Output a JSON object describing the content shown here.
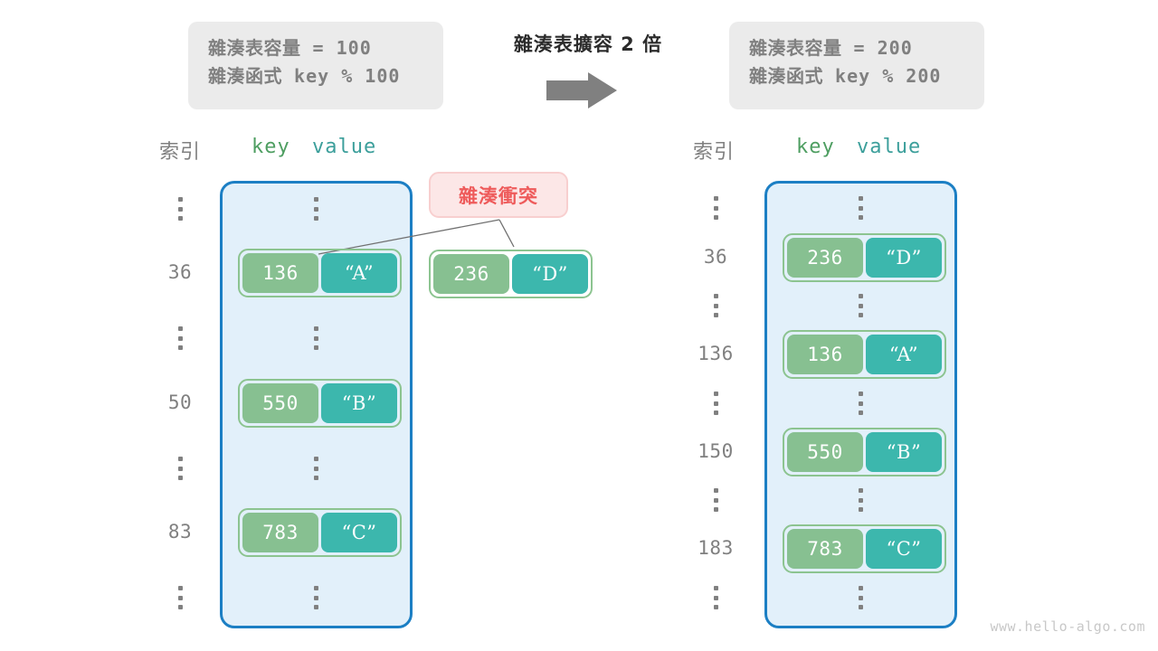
{
  "left_panel": {
    "info": {
      "capacity_label": "雜湊表容量",
      "capacity_eq": " = ",
      "capacity_value": "100",
      "function_label": "雜湊函式",
      "function_expr": " key % 100"
    },
    "headers": {
      "index": "索引",
      "key": "key",
      "value": "value"
    },
    "rows": [
      {
        "type": "ellipsis",
        "index": ""
      },
      {
        "type": "entry",
        "index": "36",
        "key": "136",
        "value": "“A”"
      },
      {
        "type": "ellipsis",
        "index": ""
      },
      {
        "type": "entry",
        "index": "50",
        "key": "550",
        "value": "“B”"
      },
      {
        "type": "ellipsis",
        "index": ""
      },
      {
        "type": "entry",
        "index": "83",
        "key": "783",
        "value": "“C”"
      },
      {
        "type": "ellipsis",
        "index": ""
      }
    ],
    "collision": {
      "label": "雜湊衝突",
      "key": "236",
      "value": "“D”"
    }
  },
  "transition": {
    "title": "雜湊表擴容 2 倍",
    "arrow": "right-arrow"
  },
  "right_panel": {
    "info": {
      "capacity_label": "雜湊表容量",
      "capacity_eq": " = ",
      "capacity_value": "200",
      "function_label": "雜湊函式",
      "function_expr": " key % 200"
    },
    "headers": {
      "index": "索引",
      "key": "key",
      "value": "value"
    },
    "rows": [
      {
        "type": "ellipsis",
        "index": ""
      },
      {
        "type": "entry",
        "index": "36",
        "key": "236",
        "value": "“D”"
      },
      {
        "type": "ellipsis",
        "index": ""
      },
      {
        "type": "entry",
        "index": "136",
        "key": "136",
        "value": "“A”"
      },
      {
        "type": "ellipsis",
        "index": ""
      },
      {
        "type": "entry",
        "index": "150",
        "key": "550",
        "value": "“B”"
      },
      {
        "type": "ellipsis",
        "index": ""
      },
      {
        "type": "entry",
        "index": "183",
        "key": "783",
        "value": "“C”"
      },
      {
        "type": "ellipsis",
        "index": ""
      }
    ]
  },
  "watermark": "www.hello-algo.com",
  "colors": {
    "table_border": "#1c7fc4",
    "table_fill": "#e2f0fa",
    "key_cell": "#87c091",
    "value_cell": "#3cb7ad",
    "pair_border": "#8cc490",
    "collision_fill": "#fce7e7",
    "collision_text": "#ee5b5b",
    "info_box": "#ebebeb",
    "info_text": "#808080",
    "arrow": "#808080"
  }
}
